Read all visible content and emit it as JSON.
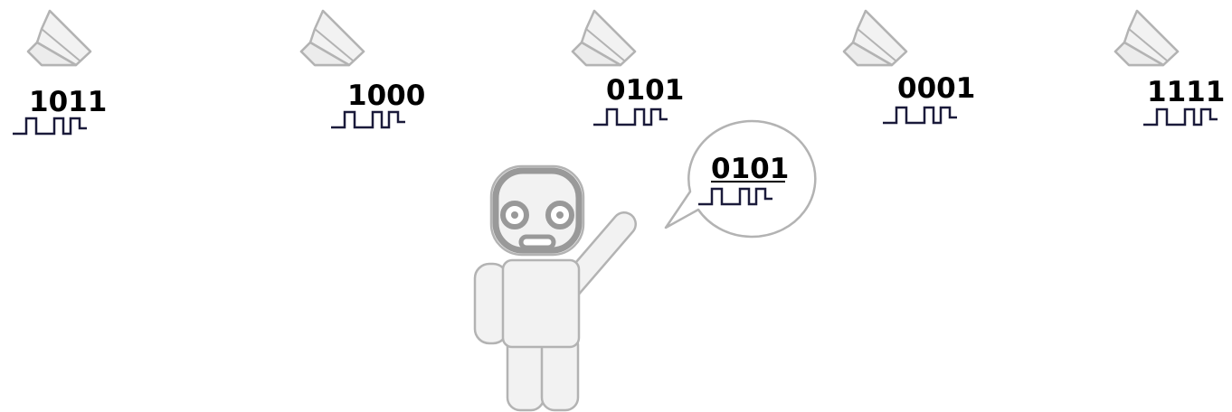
{
  "colors": {
    "outline": "#b3b3b3",
    "fill": "#f2f2f2",
    "robot_face": "#999999",
    "signal": "#1a1a3a",
    "text": "#000000",
    "background": "#ffffff"
  },
  "icons": {
    "lamp": "speaker-lamp-icon",
    "robot": "robot-figure-icon",
    "bubble": "speech-bubble-icon",
    "waveform": "square-wave-icon"
  },
  "lights": [
    {
      "code": "1011"
    },
    {
      "code": "1000"
    },
    {
      "code": "0101"
    },
    {
      "code": "0001"
    },
    {
      "code": "1111"
    }
  ],
  "robot": {
    "speech_code": "0101"
  }
}
